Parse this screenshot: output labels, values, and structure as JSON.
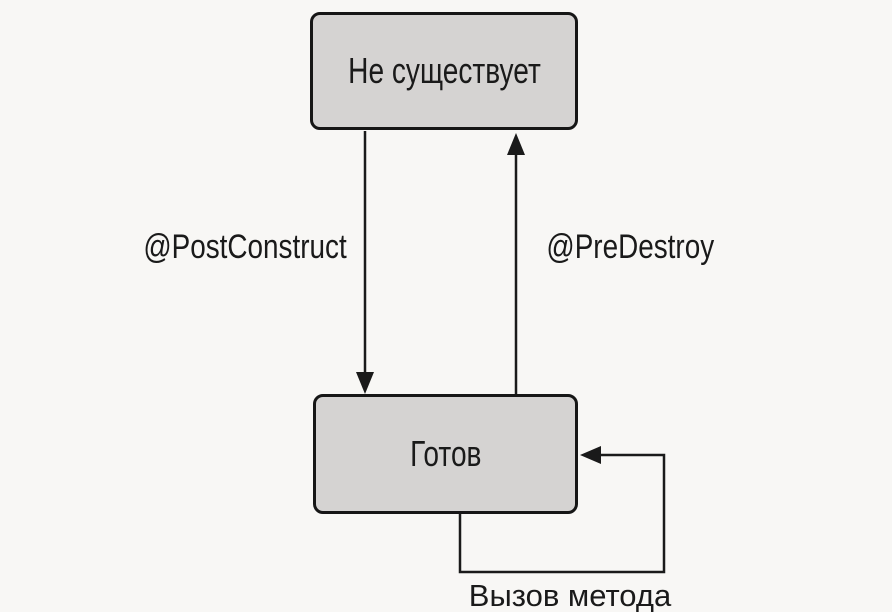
{
  "diagram": {
    "title": "bean-lifecycle-state-diagram",
    "colors": {
      "background": "#f8f7f5",
      "node_fill": "#d5d3d2",
      "node_border": "#161616",
      "line": "#1a1a1a",
      "text": "#1a1a1a"
    },
    "nodes": [
      {
        "id": "not-exists",
        "label": "Не существует"
      },
      {
        "id": "ready",
        "label": "Готов"
      }
    ],
    "edges": [
      {
        "from": "not-exists",
        "to": "ready",
        "label": "@PostConstruct",
        "direction": "down"
      },
      {
        "from": "ready",
        "to": "not-exists",
        "label": "@PreDestroy",
        "direction": "up"
      },
      {
        "from": "ready",
        "to": "ready",
        "label": "Вызов метода",
        "direction": "self-loop"
      }
    ]
  }
}
